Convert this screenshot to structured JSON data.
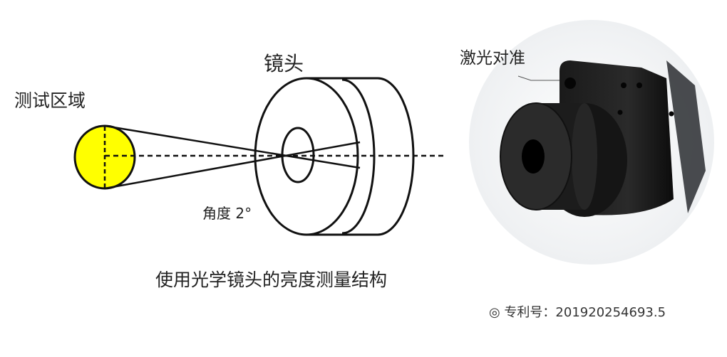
{
  "labels": {
    "test_area": "测试区域",
    "lens": "镜头",
    "angle": "角度 2°",
    "laser_alignment": "激光对准",
    "caption": "使用光学镜头的亮度测量结构",
    "patent": "◎ 专利号：201920254693.5"
  },
  "colors": {
    "test_area_fill": "#ffff00",
    "line": "#111111"
  }
}
